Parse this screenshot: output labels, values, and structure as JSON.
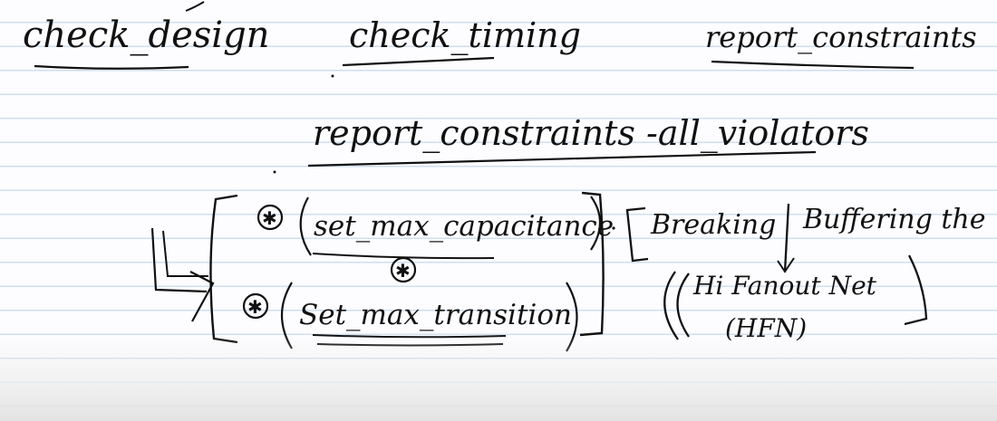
{
  "notes": {
    "cmd_check_design": "check_design",
    "cmd_check_timing": "check_timing",
    "cmd_report_constraints": "report_constraints",
    "cmd_report_all_violators": "report_constraints -all_violators",
    "constraint_1": "set_max_capacitance",
    "constraint_2": "Set_max_transition",
    "action_breaking": "Breaking",
    "action_buffering": "Buffering the",
    "net_name": "Hi Fanout Net",
    "net_abbrev": "(HFN)"
  },
  "colors": {
    "ink": "#111111",
    "rule_line": "#cfdff0",
    "paper": "#fdfdff"
  }
}
